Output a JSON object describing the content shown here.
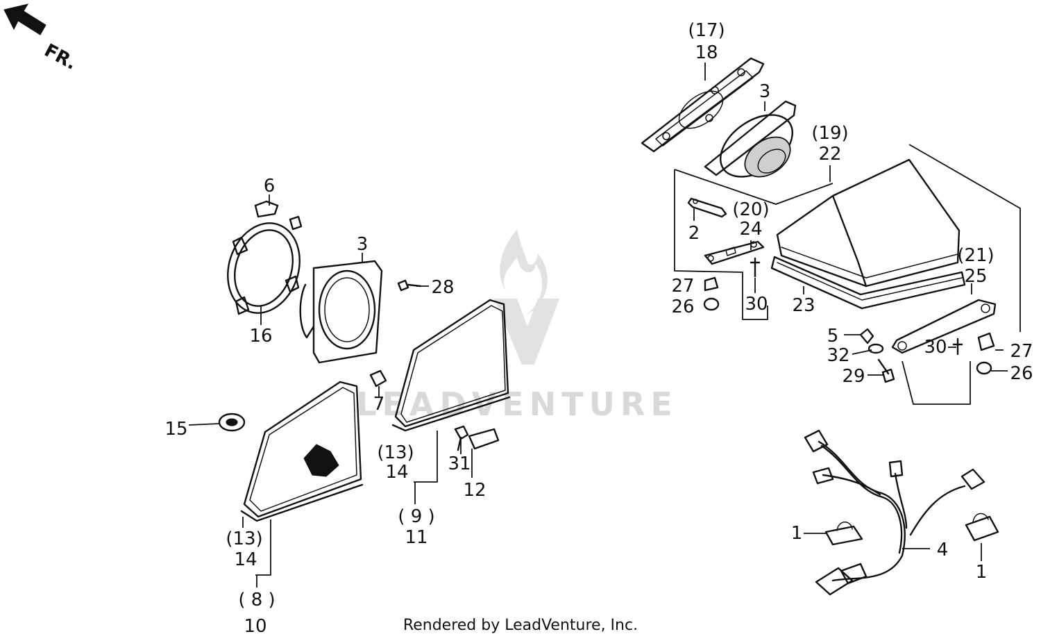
{
  "direction": {
    "text": "FR."
  },
  "watermark": {
    "text": "LEADVENTURE"
  },
  "footer": {
    "text": "Rendered by LeadVenture, Inc."
  },
  "labels": {
    "l17": "(17)",
    "l18": "18",
    "l3a": "3",
    "l19": "(19)",
    "l22": "22",
    "l2": "2",
    "l20": "(20)",
    "l24": "24",
    "l27a": "27",
    "l26a": "26",
    "l30a": "30",
    "l23": "23",
    "l21": "(21)",
    "l25": "25",
    "l5": "5",
    "l32": "32",
    "l29": "29",
    "l30b": "30",
    "l27b": "27",
    "l26b": "26",
    "l6": "6",
    "l3b": "3",
    "l28": "28",
    "l16": "16",
    "l7": "7",
    "l15": "15",
    "l13a": "(13)",
    "l14a": "14",
    "l9": "( 9 )",
    "l11": "11",
    "l31": "31",
    "l12": "12",
    "l13b": "(13)",
    "l14b": "14",
    "l8": "( 8 )",
    "l10": "10",
    "l1a": "1",
    "l4": "4",
    "l1b": "1"
  }
}
